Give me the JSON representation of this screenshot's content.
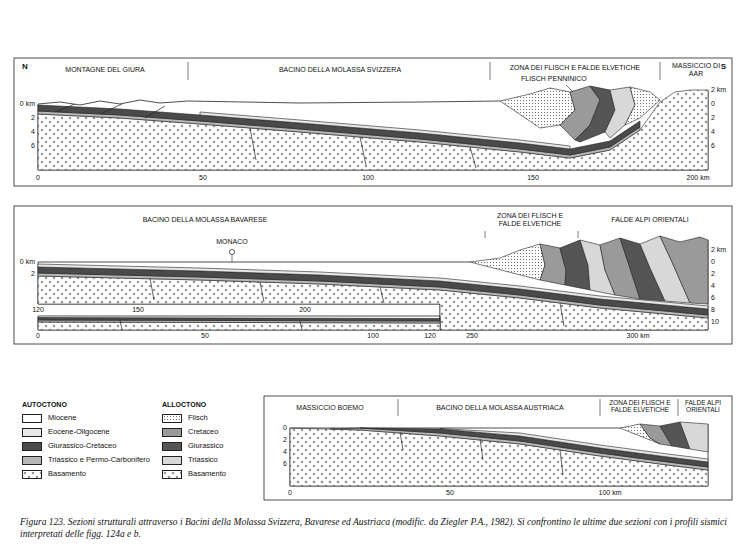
{
  "diagram": {
    "caption": "Figura 123. Sezioni strutturali attraverso i Bacini della Molassa Svizzera, Bavarese ed Austriaca (modific. da Ziegler P.A., 1982). Si confrontino le ultime due sezioni con i profili sismici interpretati delle figg. 124a e b.",
    "labels": [
      "N",
      "S",
      "MONTAGNE DEL GIURA",
      "BACINO DELLA MOLASSA SVIZZERA",
      "ZONA DEI FLISCH E FALDE ELVETICHE",
      "MASSICCIO DI AAR",
      "FLISCH PENNINICO",
      "0 km",
      "2",
      "4",
      "6",
      "2 km",
      "0",
      "2",
      "4",
      "6",
      "0",
      "50",
      "100",
      "150",
      "200 km",
      "BACINO DELLA MOLASSA BAVARESE",
      "ZONA DEI FLISCH E FALDE ELVETICHE",
      "FALDE ALPI ORIENTALI",
      "MONACO",
      "0 km",
      "2",
      "2 km",
      "0",
      "2",
      "4",
      "6",
      "8",
      "10",
      "120",
      "150",
      "200",
      "250",
      "300 km",
      "0",
      "50",
      "100",
      "120",
      "MASSICCIO BOEMO",
      "BACINO DELLA MOLASSA AUSTRIACA",
      "ZONA DEI FLISCH E FALDE ELVETICHE",
      "FALDE ALPI ORIENTALI",
      "0",
      "2",
      "4",
      "6",
      "0",
      "50",
      "100 km",
      "AUTOCTONO",
      "ALLOCTONO"
    ],
    "legend": [
      {
        "text": "Miocene",
        "color": "#ffffff"
      },
      {
        "text": "Eocene-Oligocene",
        "color": "#e8e8e8"
      },
      {
        "text": "Giurassico-Cretaceo",
        "color": "#4a4a4a"
      },
      {
        "text": "Triassico e Permo-Carbonifero",
        "color": "#b8b8b8"
      },
      {
        "text": "Basamento"
      },
      {
        "text": "Flisch"
      },
      {
        "text": "Cretaceo",
        "color": "#9a9a9a"
      },
      {
        "text": "Giurassico",
        "color": "#555555"
      },
      {
        "text": "Triassico",
        "color": "#d8d8d8"
      },
      {
        "text": "Basamento"
      }
    ]
  }
}
